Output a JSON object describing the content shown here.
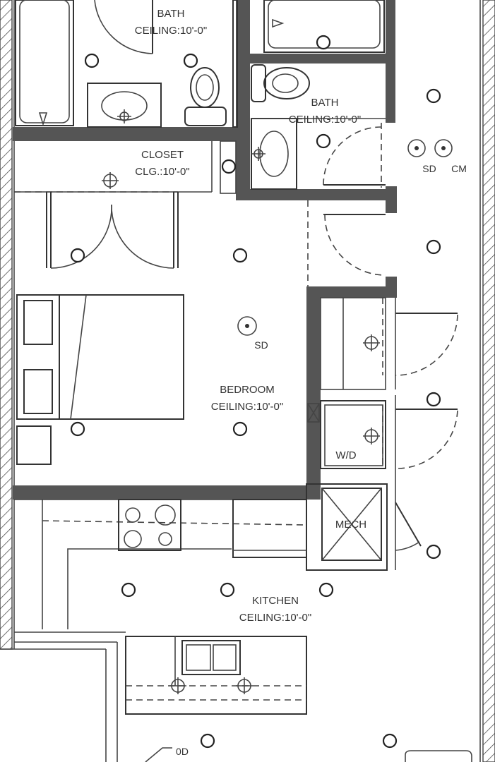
{
  "rooms": {
    "bath_1": {
      "name": "BATH",
      "ceiling": "CEILING:10'-0\""
    },
    "bath_2": {
      "name": "BATH",
      "ceiling": "CEILING:10'-0\""
    },
    "closet": {
      "name": "CLOSET",
      "ceiling": "CLG.:10'-0\""
    },
    "bedroom": {
      "name": "BEDROOM",
      "ceiling": "CEILING:10'-0\""
    },
    "kitchen": {
      "name": "KITCHEN",
      "ceiling": "CEILING:10'-0\""
    }
  },
  "devices": {
    "smoke_detector": "SD",
    "co_monitor": "CM",
    "bedroom_smoke_detector": "SD"
  },
  "equipment": {
    "washer_dryer": "W/D",
    "mechanical": "MECH",
    "door_tag": "0D"
  },
  "colors": {
    "wall": "#555555",
    "line": "#333333",
    "background": "#ffffff"
  }
}
